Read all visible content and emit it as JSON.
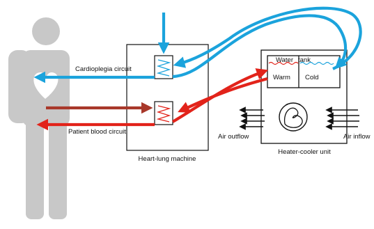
{
  "labels": {
    "cardioplegia": "Cardioplegia circuit",
    "patient_blood": "Patient blood circuit",
    "heart_lung": "Heart-lung machine",
    "water_tank_1": "Water",
    "water_tank_2": "tank",
    "warm": "Warm",
    "cold": "Cold",
    "air_outflow": "Air outflow",
    "air_inflow": "Air inflow",
    "heater_cooler": "Heater-cooler unit"
  },
  "colors": {
    "blue": "#1ba3dc",
    "red": "#e2231a",
    "brown": "#a8382a",
    "person": "#c8c8c8",
    "outline": "#111111"
  }
}
